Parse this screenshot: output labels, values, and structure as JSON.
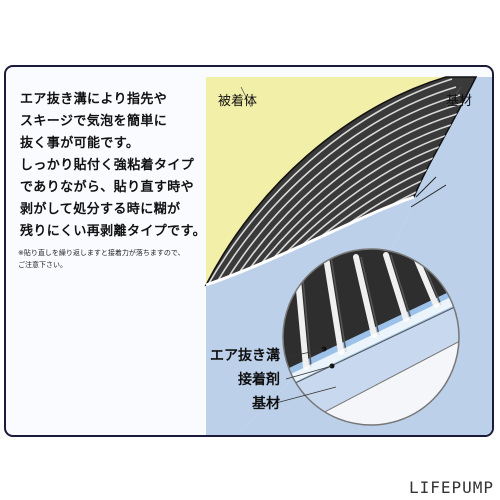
{
  "description": "エア抜き溝により指先や\nスキージで気泡を簡単に\n抜く事が可能です。\nしっかり貼付く強粘着タイプ\nでありながら、貼り直す時や\n剥がして処分する時に糊が\n残りにくい再剥離タイプです。",
  "note": "※貼り直しを繰り返しますと接着力が落ちますので、\nご注意下さい。",
  "labels": {
    "cover": "被着体",
    "base_top": "基材",
    "groove": "エア抜き溝",
    "adhesive": "接着剤",
    "base": "基材"
  },
  "brand": "LIFEPUMP",
  "colors": {
    "panel_bg": "#f9fbff",
    "panel_border": "#1a1a3a",
    "cover_yellow": "#f2f0a8",
    "base_blue": "#bcd0ea",
    "peel_dark": "#2a2a2a",
    "adhesive_blue": "#9dc2ea"
  }
}
